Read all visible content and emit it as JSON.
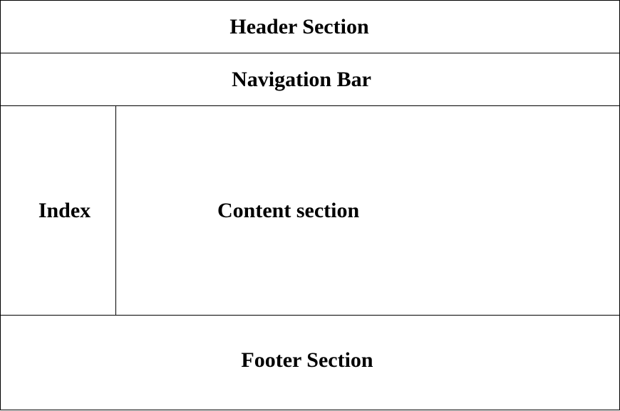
{
  "diagram": {
    "header": {
      "label": "Header Section"
    },
    "navigation": {
      "label": "Navigation Bar"
    },
    "index": {
      "label": "Index"
    },
    "content": {
      "label": "Content section"
    },
    "footer": {
      "label": "Footer Section"
    }
  }
}
